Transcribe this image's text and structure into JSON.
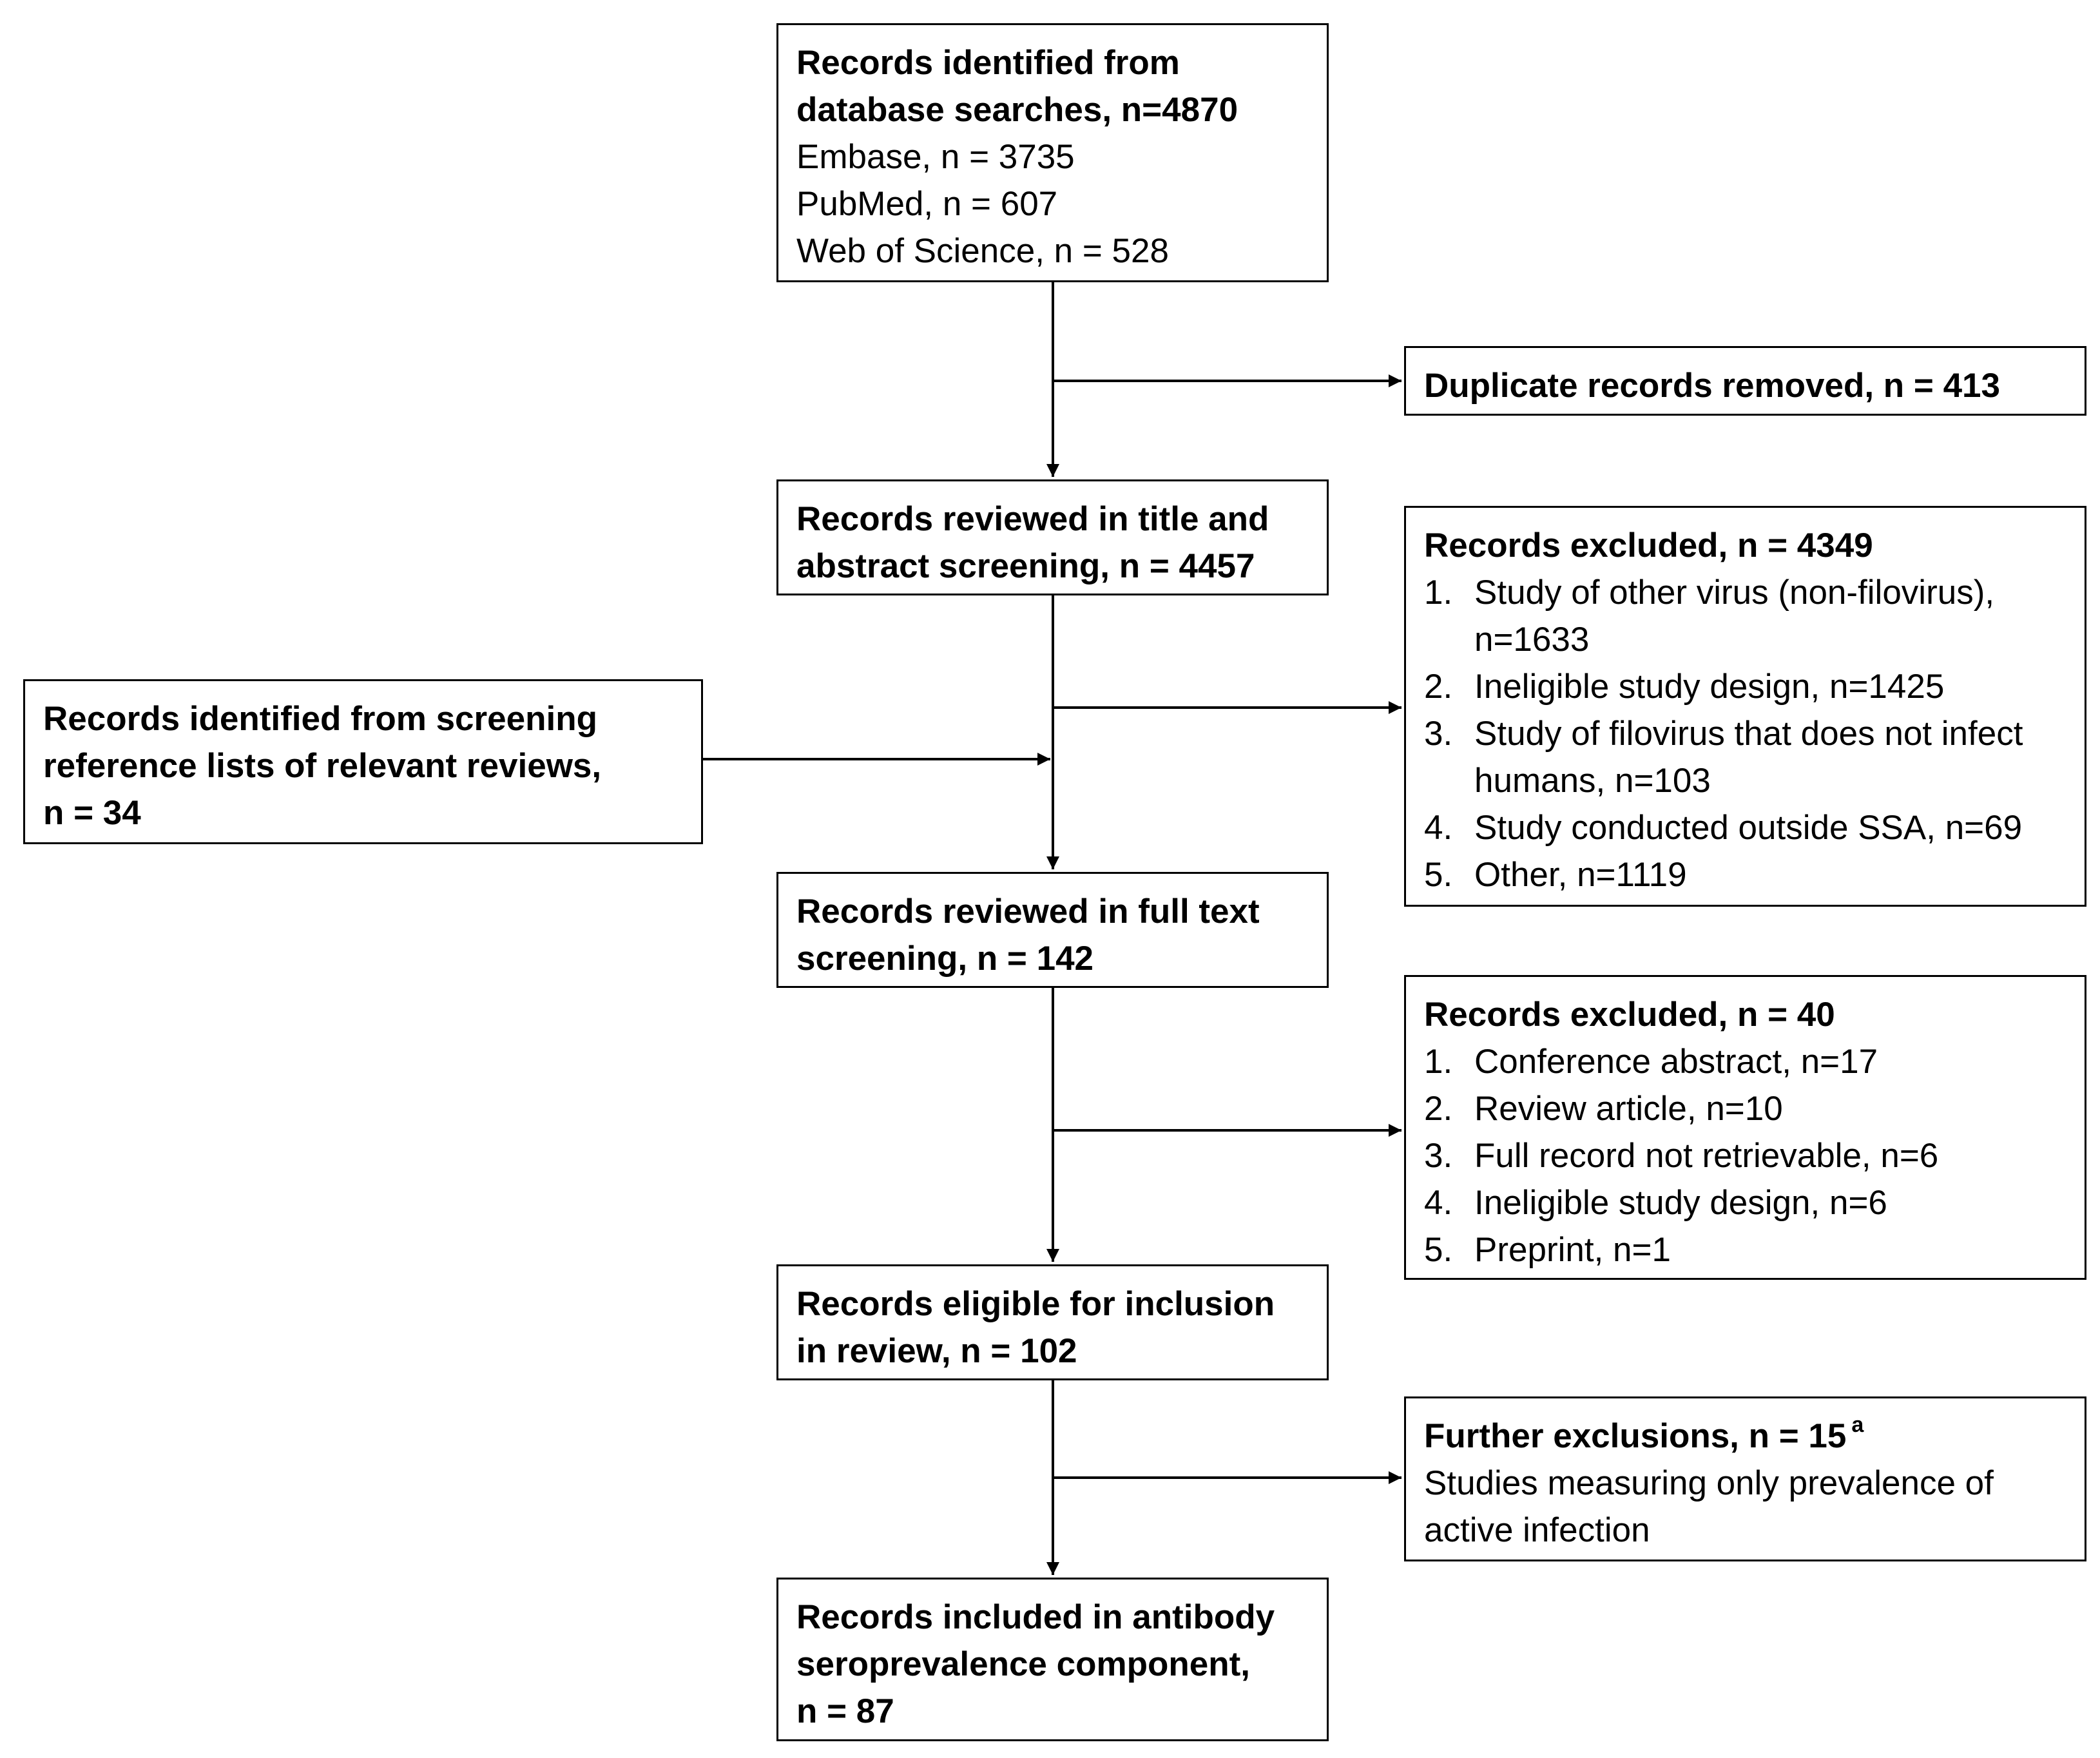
{
  "boxes": {
    "identified": {
      "heading": [
        "Records identified from",
        "database searches, n=4870"
      ],
      "lines": [
        "Embase, n = 3735",
        "PubMed, n = 607",
        "Web of Science, n = 528"
      ]
    },
    "duplicates": {
      "heading": "Duplicate records removed, n = 413"
    },
    "title_abstract": {
      "heading": [
        "Records reviewed in title and",
        "abstract screening, n = 4457"
      ]
    },
    "excluded_1": {
      "heading": "Records excluded, n = 4349",
      "items": [
        {
          "num": "1.",
          "text": "Study of other virus (non-filovirus), n=1633"
        },
        {
          "num": "2.",
          "text": "Ineligible study design, n=1425"
        },
        {
          "num": "3.",
          "text": "Study of filovirus that does not infect humans, n=103"
        },
        {
          "num": "4.",
          "text": "Study conducted outside SSA, n=69"
        },
        {
          "num": "5.",
          "text": "Other, n=1119"
        }
      ]
    },
    "reference": {
      "heading": [
        "Records identified from screening",
        "reference lists of relevant reviews,",
        "n = 34"
      ]
    },
    "fulltext": {
      "heading": [
        "Records reviewed in full text",
        "screening, n = 142"
      ]
    },
    "excluded_2": {
      "heading": "Records excluded, n = 40",
      "items": [
        {
          "num": "1.",
          "text": "Conference abstract, n=17"
        },
        {
          "num": "2.",
          "text": "Review article, n=10"
        },
        {
          "num": "3.",
          "text": "Full record not retrievable, n=6"
        },
        {
          "num": "4.",
          "text": "Ineligible study design, n=6"
        },
        {
          "num": "5.",
          "text": "Preprint, n=1"
        }
      ]
    },
    "eligible": {
      "heading": [
        "Records eligible for inclusion",
        "in review, n = 102"
      ]
    },
    "further": {
      "heading": "Further exclusions, n = 15",
      "superscript": "a",
      "text": "Studies measuring only prevalence of active infection"
    },
    "included": {
      "heading": [
        "Records included in antibody",
        "seroprevalence component,",
        "n = 87"
      ]
    }
  }
}
